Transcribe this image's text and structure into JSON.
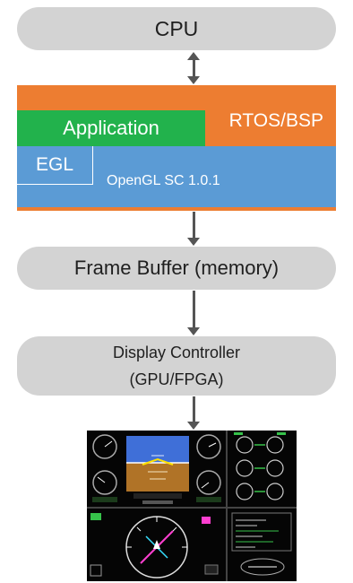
{
  "blocks": {
    "cpu": "CPU",
    "rtos": "RTOS/BSP",
    "application": "Application",
    "egl": "EGL",
    "opengl": "OpenGL SC 1.0.1",
    "frame_buffer": "Frame Buffer (memory)",
    "display_line1": "Display Controller",
    "display_line2": "(GPU/FPGA)"
  },
  "colors": {
    "pill": "#d3d3d3",
    "rtos": "#ed7d31",
    "application": "#22b24c",
    "opengl": "#5b9bd5",
    "arrow": "#555555",
    "screen": "#050505"
  },
  "screen_image": "avionics-cockpit-display-screenshot"
}
